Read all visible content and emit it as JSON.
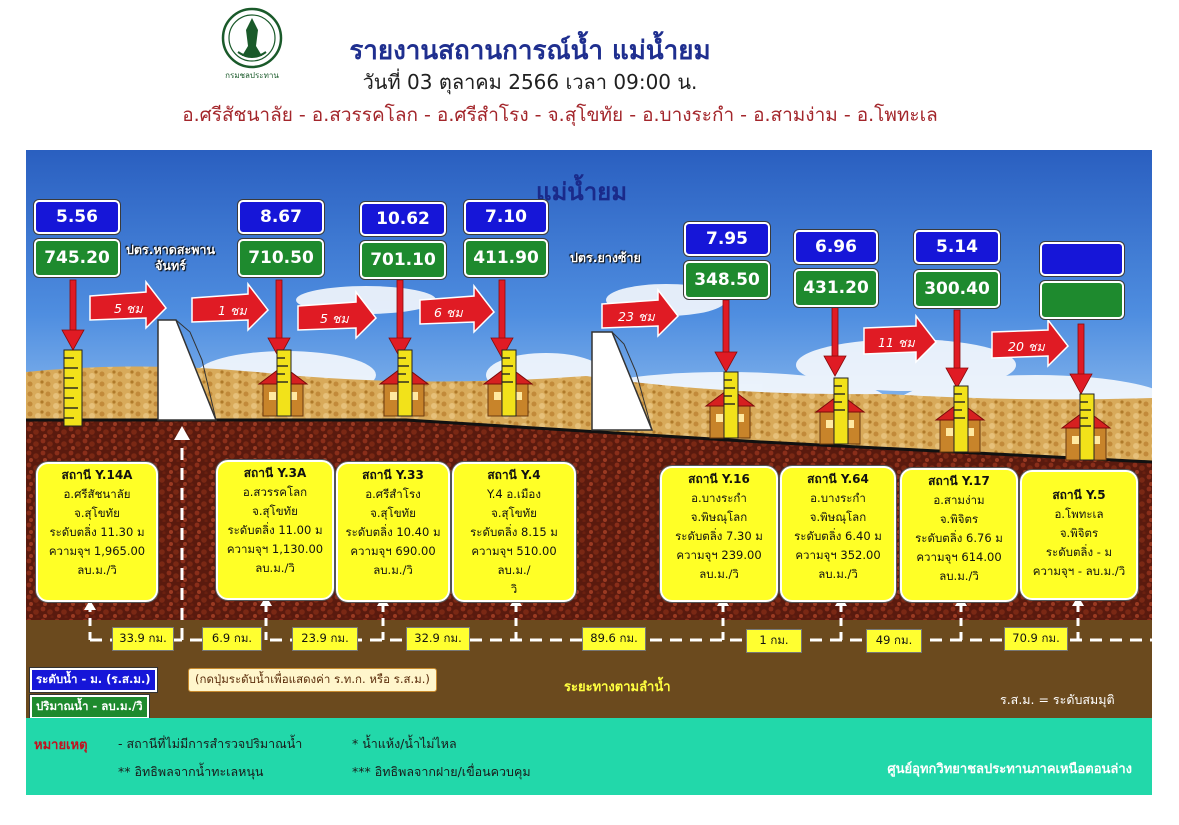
{
  "header": {
    "title": "รายงานสถานการณ์น้ำ แม่น้ำยม",
    "subtitle": "วันที่ 03 ตุลาคม 2566 เวลา 09:00 น.",
    "districts": "อ.ศรีสัชนาลัย - อ.สวรรคโลก - อ.ศรีสำโรง - จ.สุโขทัย - อ.บางระกำ - อ.สามง่าม - อ.โพทะเล",
    "seal_text": "กรมชลประทาน"
  },
  "scene": {
    "river_title": "แม่น้ำยม",
    "dams": [
      {
        "label_line1": "ปตร.หาดสะพาน",
        "label_line2": "จันทร์"
      },
      {
        "label_line1": "ปตร.ยางซ้าย",
        "label_line2": ""
      }
    ],
    "readings": [
      {
        "level": "5.56",
        "flow": "745.20"
      },
      {
        "level": "8.67",
        "flow": "710.50"
      },
      {
        "level": "10.62",
        "flow": "701.10"
      },
      {
        "level": "7.10",
        "flow": "411.90"
      },
      {
        "level": "7.95",
        "flow": "348.50"
      },
      {
        "level": "6.96",
        "flow": "431.20"
      },
      {
        "level": "5.14",
        "flow": "300.40"
      },
      {
        "level": "",
        "flow": ""
      }
    ],
    "travel_times": [
      "5 ชม",
      "1 ชม",
      "5 ชม",
      "6 ชม",
      "23 ชม",
      "11 ชม",
      "20 ชม"
    ],
    "stations": [
      {
        "name": "สถานี Y.14A",
        "l1": "อ.ศรีสัชนาลัย",
        "l2": "จ.สุโขทัย",
        "l3": "ระดับตลิ่ง 11.30 ม",
        "l4": "ความจุฯ 1,965.00",
        "l5": "ลบ.ม./วิ"
      },
      {
        "name": "สถานี Y.3A",
        "l1": "อ.สวรรคโลก",
        "l2": "จ.สุโขทัย",
        "l3": "ระดับตลิ่ง 11.00 ม",
        "l4": "ความจุฯ 1,130.00",
        "l5": "ลบ.ม./วิ"
      },
      {
        "name": "สถานี Y.33",
        "l1": "อ.ศรีสำโรง",
        "l2": "จ.สุโขทัย",
        "l3": "ระดับตลิ่ง 10.40 ม",
        "l4": "ความจุฯ 690.00",
        "l5": "ลบ.ม./วิ"
      },
      {
        "name": "สถานี Y.4",
        "l1": "Y.4 อ.เมือง",
        "l2": "จ.สุโขทัย",
        "l3": "ระดับตลิ่ง 8.15 ม",
        "l4": "ความจุฯ 510.00 ลบ.ม./",
        "l5": "วิ"
      },
      {
        "name": "สถานี Y.16",
        "l1": "อ.บางระกำ",
        "l2": "จ.พิษณุโลก",
        "l3": "ระดับตลิ่ง 7.30 ม",
        "l4": "ความจุฯ 239.00",
        "l5": "ลบ.ม./วิ"
      },
      {
        "name": "สถานี Y.64",
        "l1": "อ.บางระกำ",
        "l2": "จ.พิษณุโลก",
        "l3": "ระดับตลิ่ง 6.40 ม",
        "l4": "ความจุฯ 352.00",
        "l5": "ลบ.ม./วิ"
      },
      {
        "name": "สถานี Y.17",
        "l1": "อ.สามง่าม",
        "l2": "จ.พิจิตร",
        "l3": "ระดับตลิ่ง 6.76 ม",
        "l4": "ความจุฯ 614.00",
        "l5": "ลบ.ม./วิ"
      },
      {
        "name": "สถานี Y.5",
        "l1": "อ.โพทะเล",
        "l2": "จ.พิจิตร",
        "l3": "ระดับตลิ่ง - ม",
        "l4": "ความจุฯ - ลบ.ม./วิ",
        "l5": ""
      }
    ],
    "distances": [
      "33.9 กม.",
      "6.9 กม.",
      "23.9 กม.",
      "32.9 กม.",
      "89.6 กม.",
      "1 กม.",
      "49 กม.",
      "70.9 กม."
    ],
    "legend": {
      "level": "ระดับน้ำ - ม. (ร.ส.ม.)",
      "flow": "ปริมาณน้ำ - ลบ.ม./วิ"
    },
    "hint": "(กดปุ่มระดับน้ำเพื่อแสดงค่า ร.ท.ก. หรือ ร.ส.ม.)",
    "along_river": "ระยะทางตามลำน้ำ",
    "msl_note": "ร.ส.ม. = ระดับสมมุติ"
  },
  "footer": {
    "note_head": "หมายเหตุ",
    "note1": "-  สถานีที่ไม่มีการสำรวจปริมาณน้ำ",
    "note2": "*   น้ำแห้ง/น้ำไม่ไหล",
    "note3": "** อิทธิพลจากน้ำทะเลหนุน",
    "note4": "*** อิทธิพลจากฝาย/เขื่อนควบคุม",
    "org": "ศูนย์อุทกวิทยาชลประทานภาคเหนือตอนล่าง"
  },
  "colors": {
    "level_box": "#1616d8",
    "flow_box": "#1e8a2e",
    "station_box": "#ffff26",
    "arrow": "#e01b24",
    "footer": "#22d8aa",
    "title": "#1f2f8f",
    "districts": "#a3262b"
  }
}
